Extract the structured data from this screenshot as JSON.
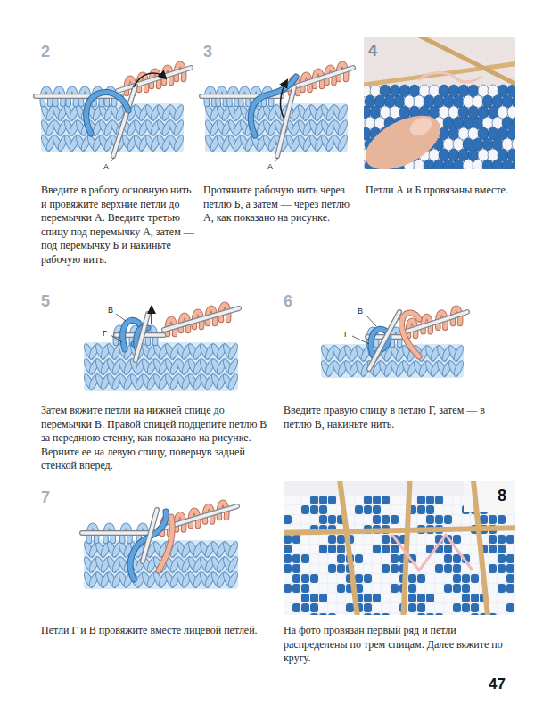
{
  "diagram": {
    "labels": [
      "2",
      "Введите в работу основную нить и провяжите верхние петли до перемычки А. Введите третью спицу под перемычку А, затем — под перемычку Б и накиньте рабочую нить.",
      "А",
      "3",
      "Протяните рабочую нить через петлю Б, а затем — через петлю А, как показано на рисунке.",
      "А",
      "4",
      "Петли А и Б провязаны вместе.",
      "5",
      "В",
      "Г",
      "Затем вяжите петли на нижней спице до перемычки В. Правой спицей подцепите петлю В за переднюю стенку, как показано на рисунке. Верните ее на левую спицу, повернув задней стенкой вперед.",
      "6",
      "В",
      "Г",
      "Введите правую спицу в петлю Г, затем — в петлю В, накиньте нить.",
      "7",
      "Петли Г и В провяжите вместе лицевой петлей.",
      "8",
      "На фото провязан первый ряд и петли распределены по трем спицам. Далее вяжите по кругу.",
      "47"
    ]
  }
}
